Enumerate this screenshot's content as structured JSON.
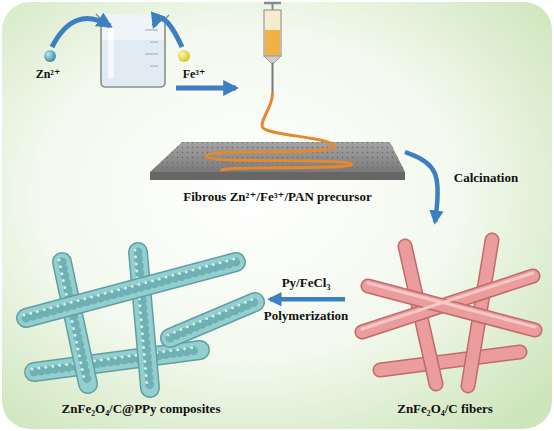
{
  "diagram": {
    "nodes": [
      {
        "text": [
          "Zn²⁺"
        ]
      },
      {
        "text": [
          "Fe³⁺"
        ]
      },
      {
        "text": [
          "Fibrous Zn²⁺/Fe³⁺/PAN precursor"
        ]
      },
      {
        "text": [
          "ZnFe₂O₄/C fibers"
        ]
      },
      {
        "text": [
          "ZnFe₂O₄/C@PPy composites"
        ]
      }
    ],
    "edges": [
      {
        "from": 2,
        "to": 3,
        "arrow": "to",
        "label": "Calcination"
      },
      {
        "from": 3,
        "to": 4,
        "arrow": "to",
        "label": "Py/FeCl₃"
      }
    ],
    "labels": [
      "Polymerization"
    ]
  }
}
